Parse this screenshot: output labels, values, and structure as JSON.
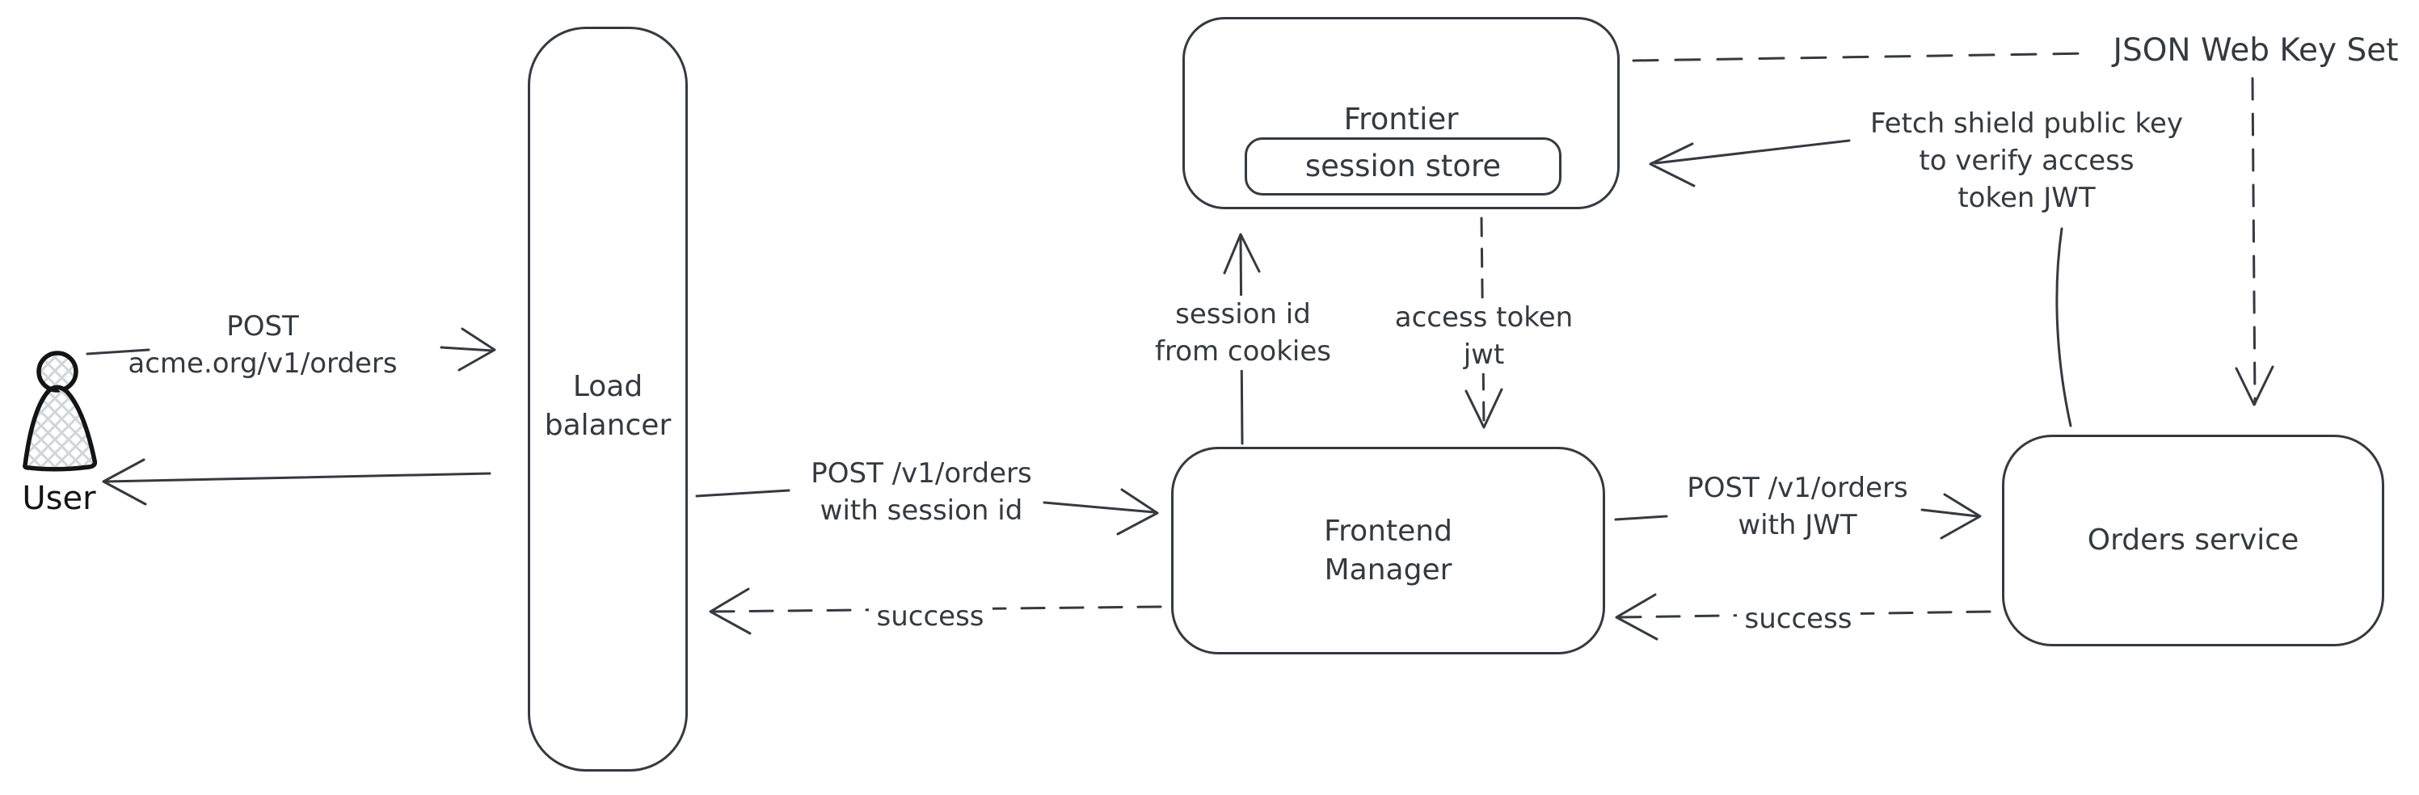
{
  "colors": {
    "stroke": "#343a40",
    "user_stroke": "#141414",
    "hatch_fill": "#cfd6dc",
    "background": "#ffffff"
  },
  "nodes": {
    "user": {
      "label": "User"
    },
    "load_balancer": {
      "line1": "Load",
      "line2": "balancer"
    },
    "frontier": {
      "title": "Frontier",
      "store_label": "session store"
    },
    "frontend_manager": {
      "line1": "Frontend",
      "line2": "Manager"
    },
    "orders_service": {
      "label": "Orders service"
    }
  },
  "edges": {
    "user_to_lb": {
      "line1": "POST",
      "line2": "acme.org/v1/orders"
    },
    "lb_to_fm": {
      "line1": "POST /v1/orders",
      "line2": "with session id"
    },
    "fm_to_frontier": {
      "line1": "session id",
      "line2": "from cookies"
    },
    "frontier_to_fm": {
      "line1": "access token",
      "line2": "jwt"
    },
    "fm_to_orders": {
      "line1": "POST /v1/orders",
      "line2": "with JWT"
    },
    "fm_to_lb_success": {
      "label": "success"
    },
    "orders_to_fm_success": {
      "label": "success"
    },
    "frontier_jwks": {
      "label": "JSON Web Key Set"
    },
    "orders_fetch_jwks": {
      "line1": "Fetch shield public key",
      "line2": "to verify access",
      "line3": "token JWT"
    }
  }
}
